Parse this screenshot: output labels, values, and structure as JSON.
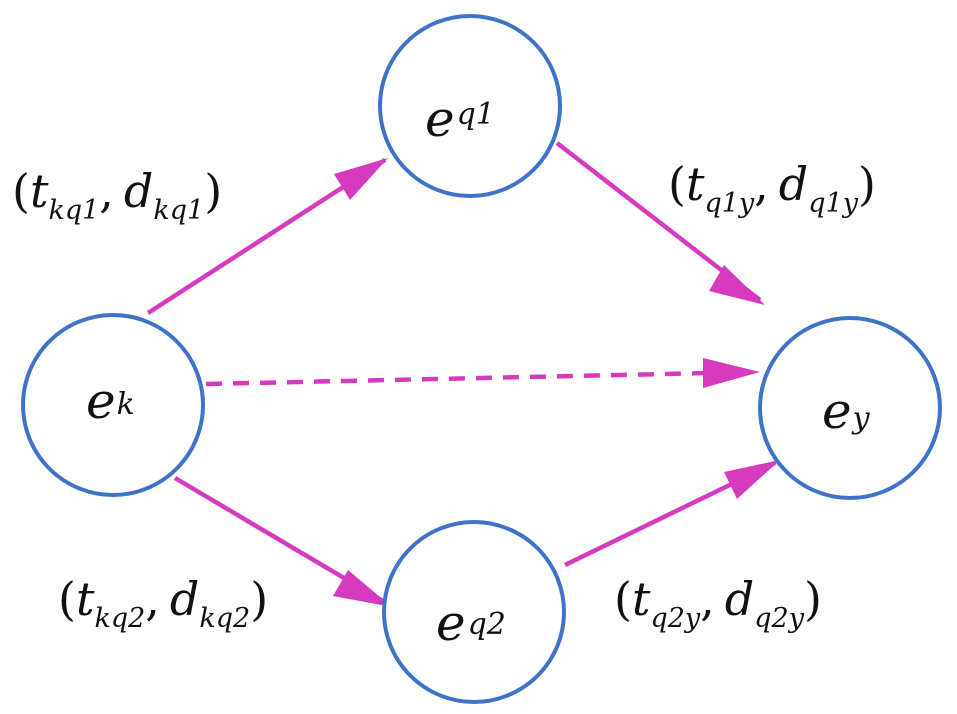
{
  "nodes": {
    "ek": {
      "main": "e",
      "sub": "k"
    },
    "eq1": {
      "main": "e",
      "sub": "q1"
    },
    "eq2": {
      "main": "e",
      "sub": "q2"
    },
    "ey": {
      "main": "e",
      "sub": "y"
    }
  },
  "labels": {
    "kq1": {
      "open": "(",
      "t": "t",
      "t_sub": "kq1",
      "sep": ",",
      "d": "d",
      "d_sub": "kq1",
      "close": ")"
    },
    "q1y": {
      "open": "(",
      "t": "t",
      "t_sub": "q1y",
      "sep": ",",
      "d": "d",
      "d_sub": "q1y",
      "close": ")"
    },
    "kq2": {
      "open": "(",
      "t": "t",
      "t_sub": "kq2",
      "sep": ",",
      "d": "d",
      "d_sub": "kq2",
      "close": ")"
    },
    "q2y": {
      "open": "(",
      "t": "t",
      "t_sub": "q2y",
      "sep": ",",
      "d": "d",
      "d_sub": "q2y",
      "close": ")"
    }
  },
  "colors": {
    "node_stroke": "#3f73c9",
    "edge": "#d63bbf"
  }
}
